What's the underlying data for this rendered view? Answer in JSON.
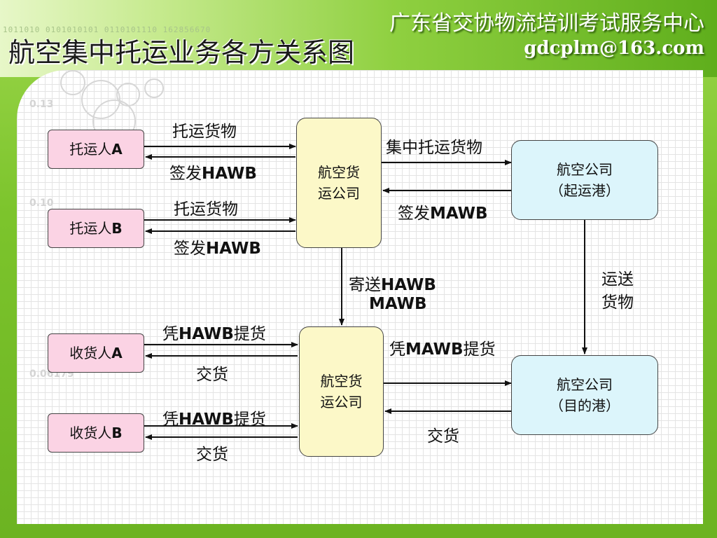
{
  "slide": {
    "title": "航空集中托运业务各方关系图",
    "org_name": "广东省交协物流培训考试服务中心",
    "email": "gdcplm@163.com",
    "deco_binary": "1011010 0101010101 0110101110 162856670",
    "deco_numbers": [
      "0.13",
      "0.10",
      "0.06179"
    ]
  },
  "nodes": {
    "shipper_a": {
      "cn": "托运人",
      "en": "A"
    },
    "shipper_b": {
      "cn": "托运人",
      "en": "B"
    },
    "consignee_a": {
      "cn": "收货人",
      "en": "A"
    },
    "consignee_b": {
      "cn": "收货人",
      "en": "B"
    },
    "forwarder_origin": {
      "line1": "航空货",
      "line2": "运公司"
    },
    "forwarder_dest": {
      "line1": "航空货",
      "line2": "运公司"
    },
    "airline_origin": {
      "line1": "航空公司",
      "line2": "（起运港）"
    },
    "airline_dest": {
      "line1": "航空公司",
      "line2": "（目的港）"
    }
  },
  "edges": {
    "a_ship": "托运货物",
    "a_issue_cn": "签发",
    "a_issue_en": "HAWB",
    "b_ship": "托运货物",
    "b_issue_cn": "签发",
    "b_issue_en": "HAWB",
    "consolidated": "集中托运货物",
    "mawb_issue_cn": "签发",
    "mawb_issue_en": "MAWB",
    "send_cn": "寄送",
    "send_en1": "HAWB",
    "send_en2": "MAWB",
    "transport_line1": "运送",
    "transport_line2": "货物",
    "ca_pick_pre": "凭",
    "ca_pick_en": "HAWB",
    "ca_pick_post": "提货",
    "ca_deliver": "交货",
    "cb_pick_pre": "凭",
    "cb_pick_en": "HAWB",
    "cb_pick_post": "提货",
    "cb_deliver": "交货",
    "mawb_pick_pre": "凭",
    "mawb_pick_en": "MAWB",
    "mawb_pick_post": "提货",
    "dest_deliver": "交货"
  },
  "colors": {
    "shipper_fill": "#fbd3e4",
    "forwarder_fill": "#fcf8c8",
    "airline_fill": "#dcf5fb",
    "header_green": "#7cc42c"
  }
}
